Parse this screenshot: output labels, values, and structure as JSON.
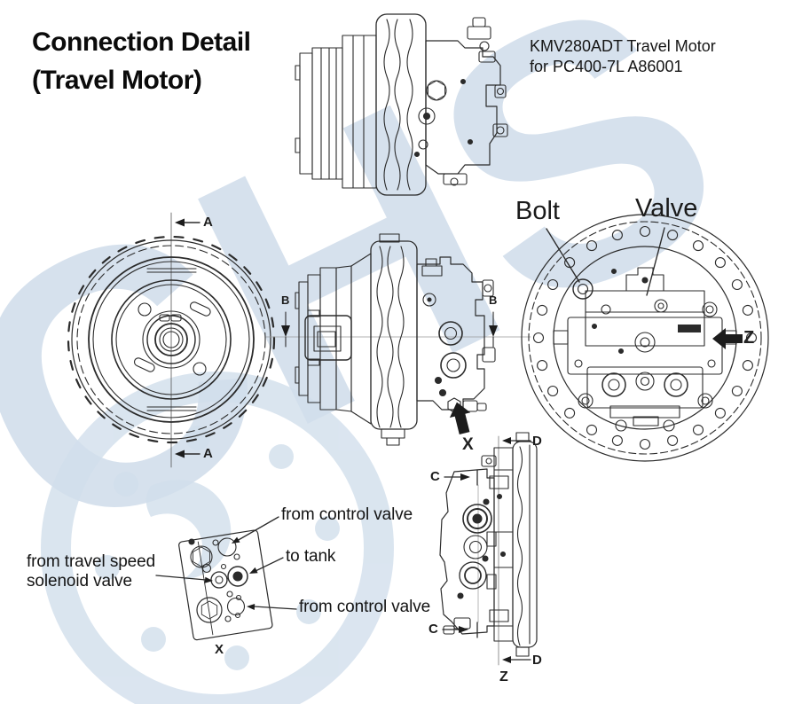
{
  "header": {
    "title_line1": "Connection Detail",
    "title_line2": "(Travel Motor)",
    "model_line1": "KMV280ADT Travel Motor",
    "model_line2": "for PC400-7L A86001"
  },
  "callouts": {
    "bolt": "Bolt",
    "valve": "Valve"
  },
  "port_labels": {
    "from_control_valve_top": "from control valve",
    "to_tank": "to tank",
    "from_travel_speed_line1": "from travel speed",
    "from_travel_speed_line2": "solenoid valve",
    "from_control_valve_bottom": "from control valve"
  },
  "view_markers": {
    "section_a_top": "A",
    "section_a_bottom": "A",
    "section_b_left": "B",
    "section_b_right": "B",
    "section_c_top": "C",
    "section_c_bottom": "C",
    "section_d_top": "D",
    "section_d_bottom": "D",
    "view_x_arrow": "X",
    "view_z_arrow": "Z",
    "detail_x": "X",
    "detail_z": "Z"
  },
  "watermark": {
    "text": "CHS",
    "color": "#cfdcea"
  },
  "colors": {
    "background": "#ffffff",
    "drawing_line": "#2b2b2b",
    "label_text": "#111111",
    "solid_arrow": "#1c1c1c",
    "centerline": "#999999"
  }
}
